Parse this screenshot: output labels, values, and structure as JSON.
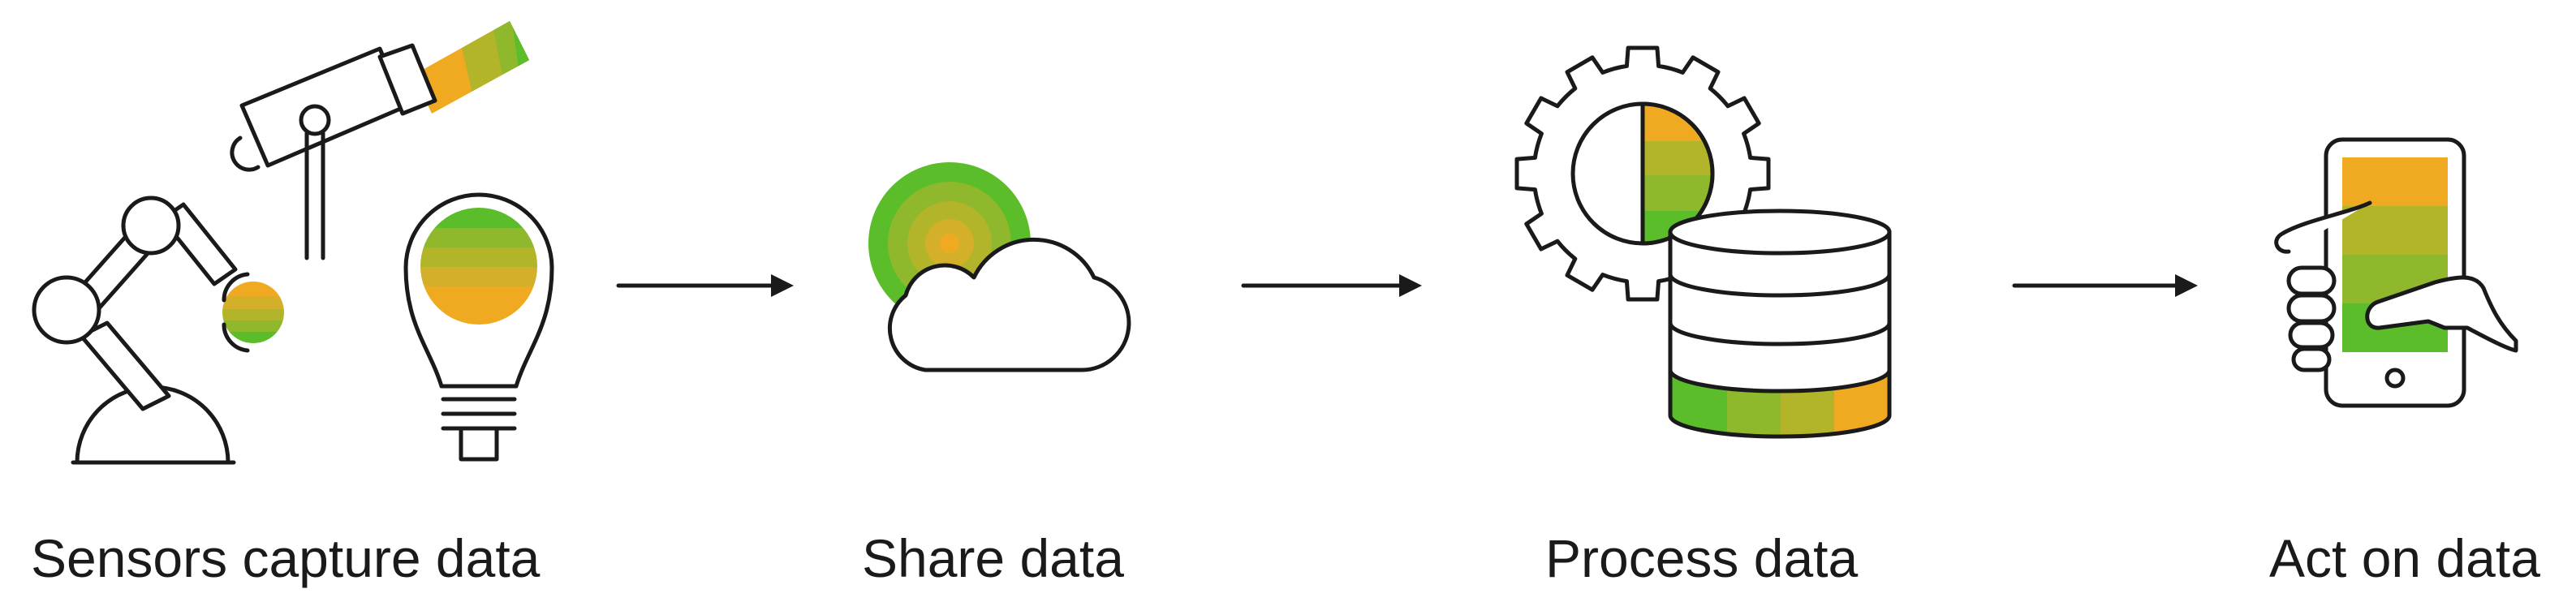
{
  "steps": [
    {
      "icon": "sensors-icon",
      "label": "Sensors capture data"
    },
    {
      "icon": "cloud-share-icon",
      "label": "Share data"
    },
    {
      "icon": "gear-database-icon",
      "label": "Process data"
    },
    {
      "icon": "smartphone-hand-icon",
      "label": "Act on data"
    }
  ],
  "colors": {
    "outline": "#1a1a1a",
    "orange": "#f0aa22",
    "gold": "#d4b02a",
    "olive": "#b2b42a",
    "lime": "#8fb82c",
    "green": "#5bbd2a"
  }
}
